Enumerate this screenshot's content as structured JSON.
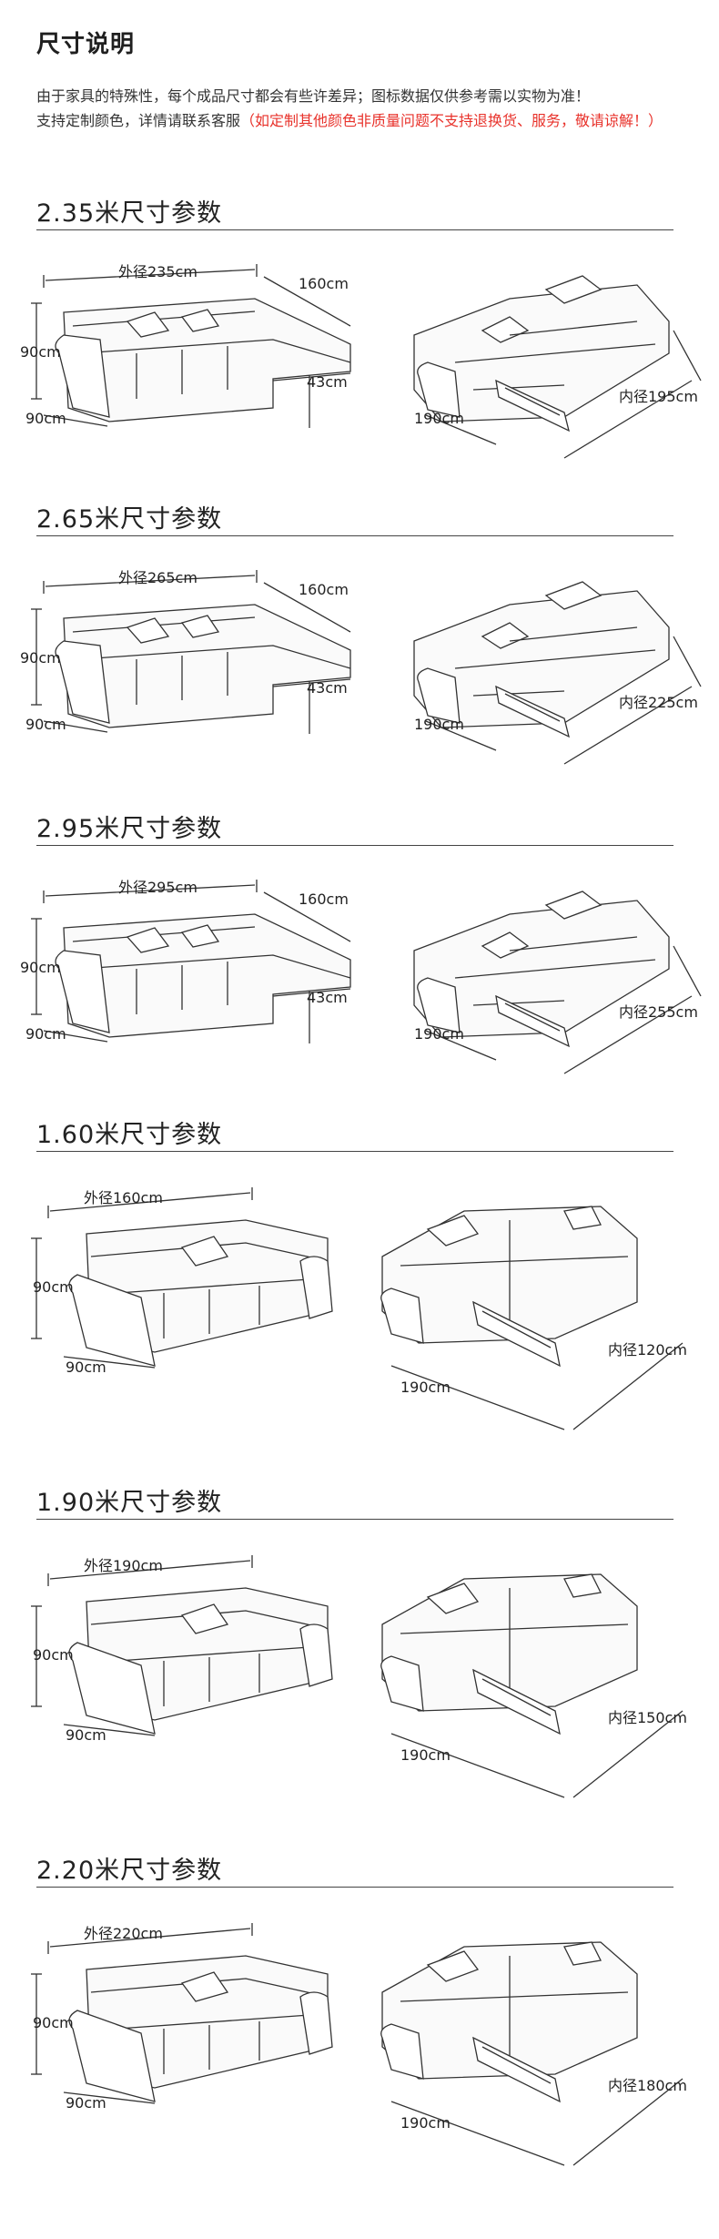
{
  "page": {
    "title": "尺寸说明",
    "intro_line1": "由于家具的特殊性，每个成品尺寸都会有些许差异；图标数据仅供参考需以实物为准！",
    "intro_line2_black": "支持定制颜色，详情请联系客服",
    "intro_line2_red": "（如定制其他颜色非质量问题不支持退换货、服务，敬请谅解！）"
  },
  "colors": {
    "text": "#1f1f1f",
    "note_red": "#e8322b",
    "line": "#444444"
  },
  "sections": [
    {
      "title": "2.35米尺寸参数",
      "kind": "corner",
      "outer": "外径235cm",
      "depth": "160cm",
      "seat": "43cm",
      "height": "90cm",
      "width": "90cm",
      "bed_len": "190cm",
      "inner": "内径195cm"
    },
    {
      "title": "2.65米尺寸参数",
      "kind": "corner",
      "outer": "外径265cm",
      "depth": "160cm",
      "seat": "43cm",
      "height": "90cm",
      "width": "90cm",
      "bed_len": "190cm",
      "inner": "内径225cm"
    },
    {
      "title": "2.95米尺寸参数",
      "kind": "corner",
      "outer": "外径295cm",
      "depth": "160cm",
      "seat": "43cm",
      "height": "90cm",
      "width": "90cm",
      "bed_len": "190cm",
      "inner": "内径255cm"
    },
    {
      "title": "1.60米尺寸参数",
      "kind": "straight",
      "outer": "外径160cm",
      "height": "90cm",
      "width": "90cm",
      "bed_len": "190cm",
      "inner": "内径120cm"
    },
    {
      "title": "1.90米尺寸参数",
      "kind": "straight",
      "outer": "外径190cm",
      "height": "90cm",
      "width": "90cm",
      "bed_len": "190cm",
      "inner": "内径150cm"
    },
    {
      "title": "2.20米尺寸参数",
      "kind": "straight",
      "outer": "外径220cm",
      "height": "90cm",
      "width": "90cm",
      "bed_len": "190cm",
      "inner": "内径180cm"
    }
  ]
}
